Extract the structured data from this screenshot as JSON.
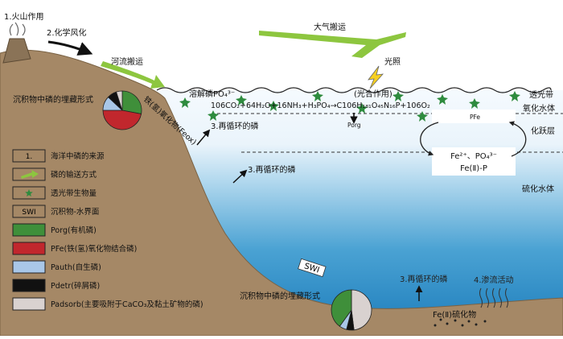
{
  "labels": {
    "volcanism": "1.火山作用",
    "chemical_weathering": "2.化学风化",
    "river_transport": "河流搬运",
    "atmospheric_transport": "大气搬运",
    "light": "光照",
    "dissolved_p": "溶解磷PO₄³⁻",
    "photosynthesis_eq": "106CO₂+64H₂O+16NH₃+H₃PO₄→C106H₁₈₁O₄₅N₁₆P+106O₂",
    "photosynthesis": "(光合作用)",
    "photic_zone": "透光带",
    "oxic_water": "氧化水体",
    "active_layer": "化跃层",
    "sulfidic_water": "硫化水体",
    "fe_oxide": "铁(氢)氧化物(Feox)",
    "recycle_1": "3.再循环的磷",
    "recycle_2": "3.再循环的磷",
    "recycle_3": "3.再循环的磷",
    "seepage": "4.渗流活动",
    "fe2_sulfide": "Fe(Ⅱ)硫化物",
    "burial_top": "沉积物中磷的埋藏形式",
    "burial_bottom": "沉积物中磷的埋藏形式",
    "swi_tag": "SWI",
    "p_fe": "PFe",
    "p_org": "Porg",
    "fe_po4": "Fe²⁺、PO₄³⁻",
    "fe2p": "Fe(Ⅱ)-P"
  },
  "legend": [
    {
      "symbol_text": "1.",
      "text": "海洋中磷的来源"
    },
    {
      "symbol_text": "",
      "text": "磷的输送方式"
    },
    {
      "symbol_text": "",
      "text": "透光带生物量"
    },
    {
      "symbol_text": "SWI",
      "text": "沉积物-水界面"
    },
    {
      "symbol_text": "",
      "text": "Porg(有机磷)",
      "color": "#3f8f3a"
    },
    {
      "symbol_text": "",
      "text": "PFe(铁(氢)氧化物结合磷)",
      "color": "#c1272d"
    },
    {
      "symbol_text": "",
      "text": "Pauth(自生磷)",
      "color": "#a9c7e8"
    },
    {
      "symbol_text": "",
      "text": "Pdetr(碎屑磷)",
      "color": "#111111"
    },
    {
      "symbol_text": "",
      "text": "Padsorb(主要吸附于CaCO₃及黏土矿物的磷)",
      "color": "#d9d2d0"
    }
  ],
  "colors": {
    "sediment": "#a58866",
    "sky": "#ffffff",
    "water_top": "#f4f9fd",
    "water_deep": "#1d7dbb",
    "arrow_green": "#8dc63f",
    "plankton": "#2e8b3e"
  },
  "pie_top": [
    {
      "name": "Porg",
      "value": 0.28,
      "color": "#3f8f3a"
    },
    {
      "name": "PFe",
      "value": 0.47,
      "color": "#c1272d"
    },
    {
      "name": "Pauth",
      "value": 0.12,
      "color": "#a9c7e8"
    },
    {
      "name": "Pdetr",
      "value": 0.08,
      "color": "#111111"
    },
    {
      "name": "Padsorb",
      "value": 0.05,
      "color": "#d9d2d0"
    }
  ],
  "pie_bottom": [
    {
      "name": "Padsorb",
      "value": 0.48,
      "color": "#d9d2d0"
    },
    {
      "name": "Pdetr",
      "value": 0.06,
      "color": "#111111"
    },
    {
      "name": "Pauth",
      "value": 0.06,
      "color": "#a9c7e8"
    },
    {
      "name": "Porg",
      "value": 0.4,
      "color": "#3f8f3a"
    }
  ]
}
